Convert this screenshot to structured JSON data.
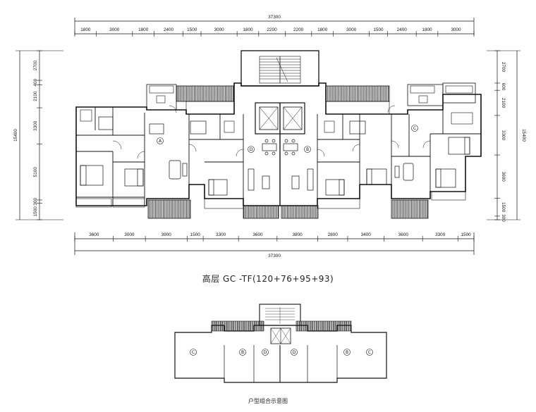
{
  "plan": {
    "title": "高层 GC -TF(120+76+95+93)",
    "subtitle": "户型组合示意图",
    "overall_width": "37300",
    "overall_depth": "15400"
  },
  "dimensions": {
    "top_segments": [
      "1800",
      "3000",
      "1800",
      "2400",
      "1500",
      "3000",
      "1800",
      "2200",
      "2200",
      "1800",
      "3000",
      "1500",
      "2400",
      "1800",
      "3000"
    ],
    "bottom_segments": [
      "3600",
      "3000",
      "3900",
      "1500",
      "3300",
      "3600",
      "3800",
      "2800",
      "3400",
      "3600",
      "3300",
      "1500"
    ],
    "left_segments": [
      "2700",
      "400",
      "2100",
      "3300",
      "5100",
      "300",
      "1500"
    ],
    "right_segments": [
      "2700",
      "600",
      "2100",
      "3300",
      "3600",
      "1500",
      "300"
    ]
  },
  "unit_markers": {
    "main": [
      "A",
      "D",
      "B",
      "C"
    ],
    "summary": [
      "C",
      "B",
      "D",
      "D",
      "B",
      "C"
    ]
  },
  "colors": {
    "line": "#111111",
    "hatch": "#333333",
    "background": "#ffffff"
  }
}
